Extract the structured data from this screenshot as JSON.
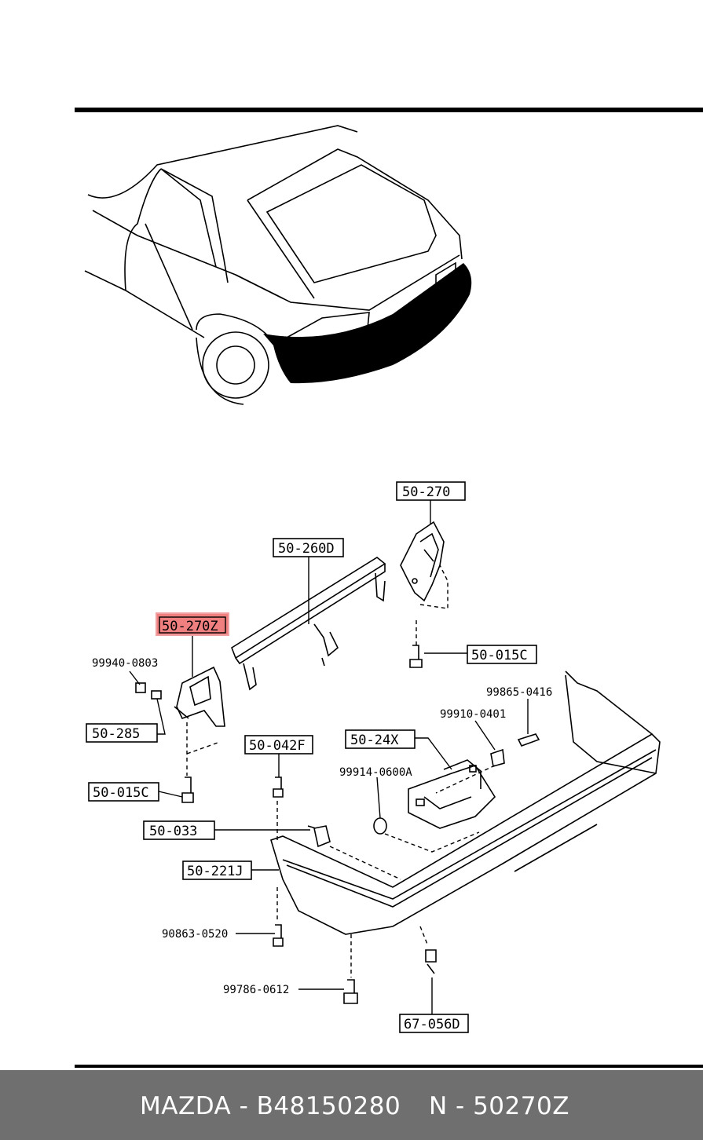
{
  "labels": {
    "p50_270": "50-270",
    "p50_260D": "50-260D",
    "p50_270Z": "50-270Z",
    "p50_015C_right": "50-015C",
    "p99940_0803": "99940-0803",
    "p50_285": "50-285",
    "p50_015C_left": "50-015C",
    "p99865_0416": "99865-0416",
    "p99910_0401": "99910-0401",
    "p50_24X": "50-24X",
    "p50_042F": "50-042F",
    "p99914_0600A": "99914-0600A",
    "p50_033": "50-033",
    "p50_221J": "50-221J",
    "p90863_0520": "90863-0520",
    "p99786_0612": "99786-0612",
    "p67_056D": "67-056D"
  },
  "highlight_color": "#f08080",
  "footer": {
    "brand_part": "MAZDA - B48150280",
    "ref": "N - 50270Z"
  }
}
